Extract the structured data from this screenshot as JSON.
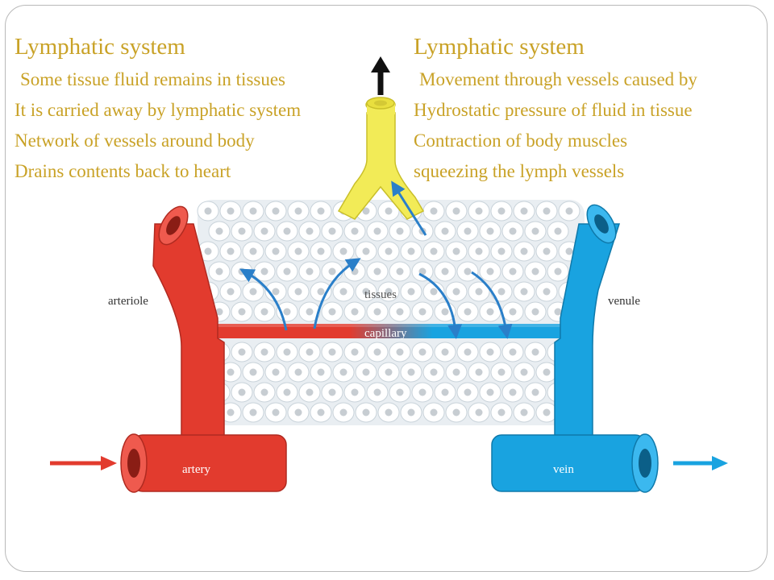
{
  "left_column": {
    "title": "Lymphatic system",
    "lines": [
      "Some tissue fluid remains in tissues",
      "It is carried away by lymphatic system",
      "Network of vessels around body",
      "Drains contents back to heart"
    ]
  },
  "right_column": {
    "title": "Lymphatic system",
    "lines": [
      "Movement through vessels caused by",
      "Hydrostatic pressure of fluid in tissue",
      "Contraction of body muscles",
      "squeezing the lymph vessels"
    ]
  },
  "diagram_labels": {
    "arteriole": "arteriole",
    "venule": "venule",
    "tissues": "tissues",
    "capillary": "capillary",
    "artery": "artery",
    "vein": "vein"
  },
  "colors": {
    "heading_text": "#c9a227",
    "artery": "#e23b2e",
    "vein": "#19a3e0",
    "lymph_vessel": "#f2eb57",
    "flow_arrow": "#2a7fc9"
  }
}
